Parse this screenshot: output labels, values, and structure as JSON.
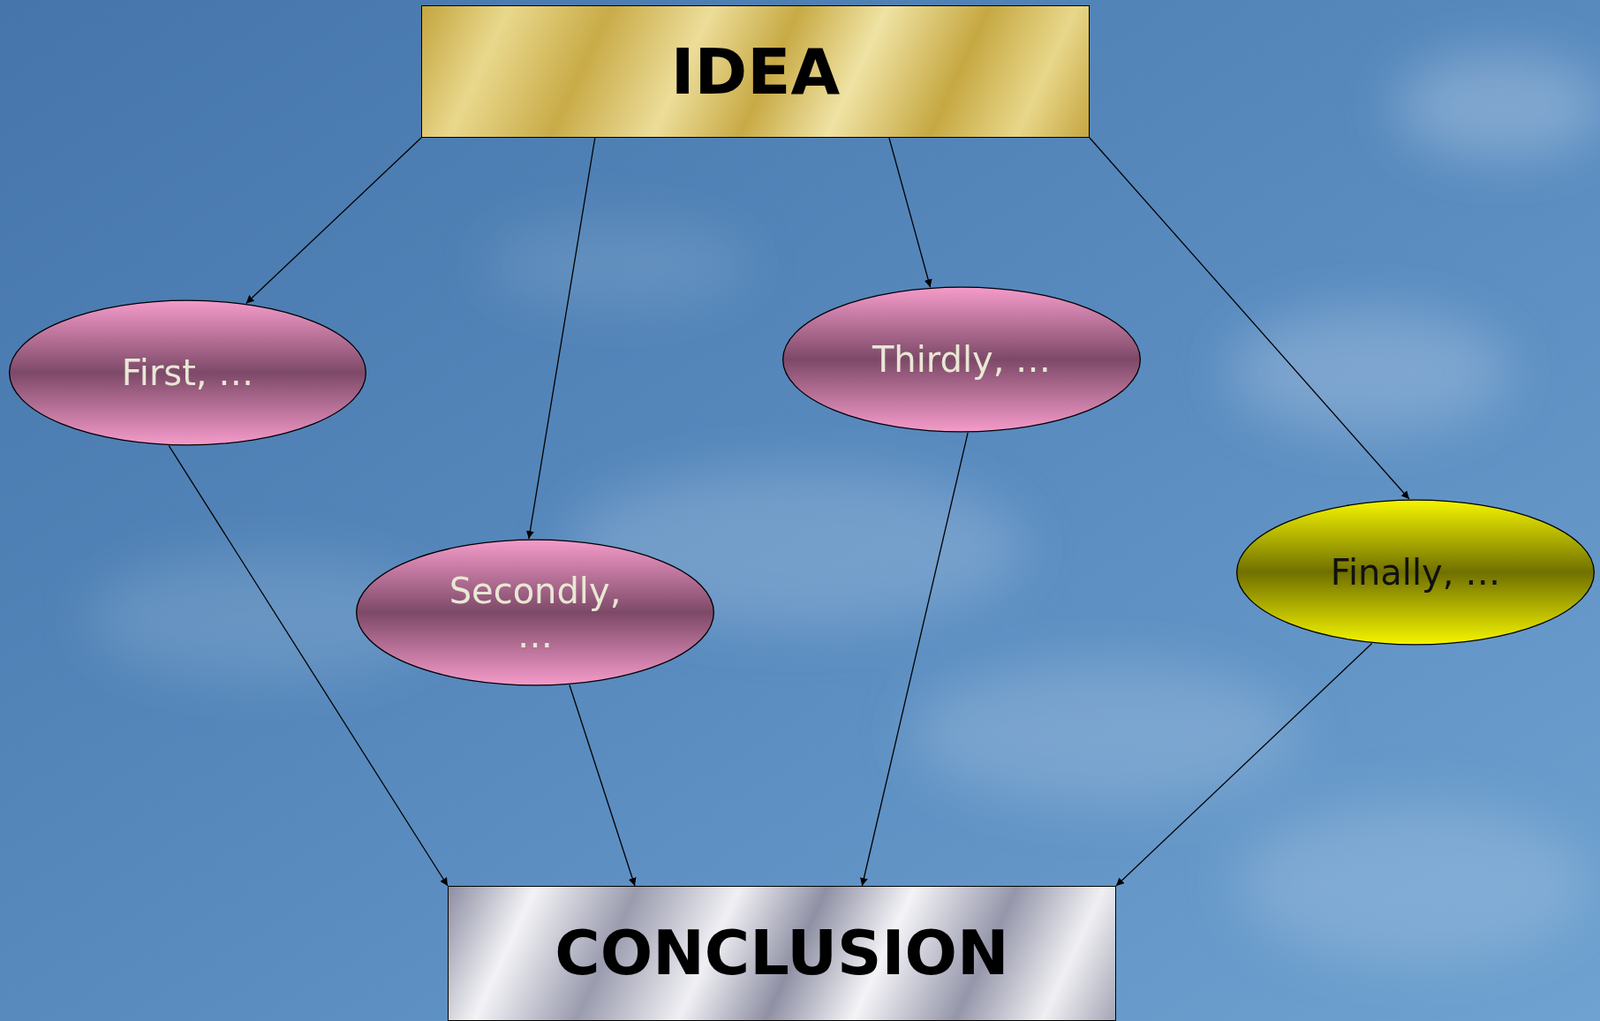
{
  "diagram": {
    "nodes": [
      {
        "text": [
          "IDEA"
        ]
      },
      {
        "text": [
          "First, …"
        ]
      },
      {
        "text": [
          "Secondly, …"
        ]
      },
      {
        "text": [
          "Thirdly, …"
        ]
      },
      {
        "text": [
          "Finally, …"
        ]
      },
      {
        "text": [
          "CONCLUSION"
        ]
      }
    ],
    "edges": [
      {
        "from": 0,
        "to": 1,
        "arrow": "to"
      },
      {
        "from": 0,
        "to": 2,
        "arrow": "to"
      },
      {
        "from": 0,
        "to": 3,
        "arrow": "to"
      },
      {
        "from": 0,
        "to": 4,
        "arrow": "to"
      },
      {
        "from": 1,
        "to": 5,
        "arrow": "to"
      },
      {
        "from": 2,
        "to": 5,
        "arrow": "to"
      },
      {
        "from": 3,
        "to": 5,
        "arrow": "to"
      },
      {
        "from": 4,
        "to": 5,
        "arrow": "to"
      }
    ]
  }
}
